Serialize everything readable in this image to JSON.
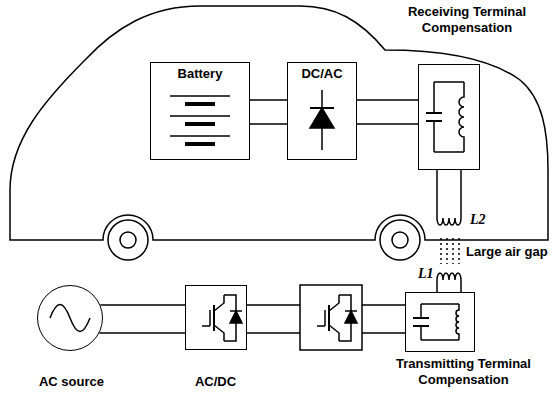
{
  "diagram": {
    "nodes": [
      {
        "text": [
          "Battery"
        ]
      },
      {
        "text": [
          "DC/AC"
        ]
      },
      {
        "text": [
          "Receiving Terminal Compensation"
        ]
      },
      {
        "text": [
          "AC source"
        ]
      },
      {
        "text": [
          "AC/DC"
        ]
      },
      {
        "text": [
          "Transmitting Terminal Compensation"
        ]
      }
    ],
    "edges": [
      {
        "from": 0,
        "to": 1,
        "arrow": "none"
      },
      {
        "from": 1,
        "to": 2,
        "arrow": "none"
      },
      {
        "from": 3,
        "to": 4,
        "arrow": "none"
      }
    ],
    "labels": [
      "L2",
      "Large air gap",
      "L1"
    ]
  }
}
